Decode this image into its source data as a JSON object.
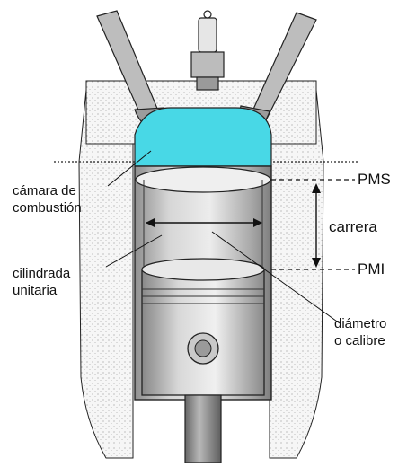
{
  "labels": {
    "camara_line1": "cámara de",
    "camara_line2": "combustión",
    "cilindrada_line1": "cilindrada",
    "cilindrada_line2": "unitaria",
    "pms": "PMS",
    "pmi": "PMI",
    "carrera": "carrera",
    "diametro_line1": "diámetro",
    "diametro_line2": "o calibre"
  },
  "colors": {
    "combustion_chamber": "#48d8e6",
    "block_fill": "#f4f4f4",
    "metal_light": "#d9d9d9",
    "metal_mid": "#b5b5b5",
    "metal_dark": "#8a8a8a",
    "ink": "#111111"
  }
}
